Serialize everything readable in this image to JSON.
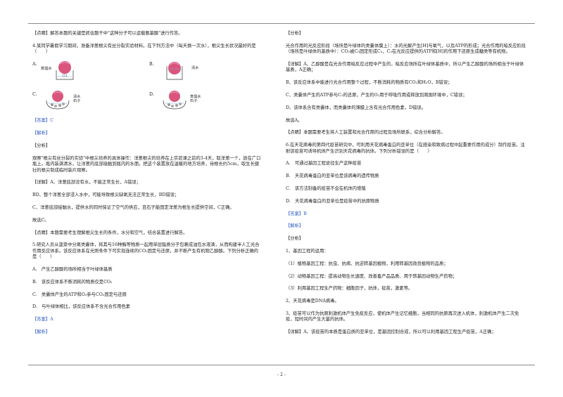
{
  "left": {
    "p_tip1": "【点睛】解答本题的关键是抓住题干中\"这种分子可以运载氨基酸\"进行作答。",
    "q4_stem": "4.某同学暑假学习期间，准备洋葱根尖有丝分裂实验材料。在下列方法中（每天换一次水），根尖生长状况最好的是（　　）",
    "q4_options": [
      {
        "label": "A.",
        "text": "蒸馏水"
      },
      {
        "label": "B.",
        "text": "清水"
      },
      {
        "label": "C.",
        "text": "清水\n石子"
      },
      {
        "label": "D.",
        "text": "蒸馏水\n石子"
      }
    ],
    "q4_answer": "【答案】C",
    "q4_jiexi": "【解析】",
    "q4_fenxi": "【分析】",
    "q4_analysis": "观察\"根尖有丝分裂的实验\"中根尖培养的具体操作：洋葱根尖的培养在上实验课之前的3-4天，取洋葱一个，放在广口瓶上。瓶内装满清水，让洋葱的底部接触到瓶内的水面，把这个装置放在温暖的地方培养，待根长约5cm，取生长健壮的根尖制成临时装片观察。",
    "q4_detail": [
      "【详解】A、洋葱底部没有水，不能正常生长，A错误；",
      "BD、整个洋葱全部浸入水中，可能导致根尖缺氧无法正常生长，BD错误；",
      "C、洋葱底部接触水，提供水的同时保证了空气的供应，且石子能固定洋葱为根生长提供空间，C正确。",
      "故选C。"
    ],
    "q4_tip": "【点睛】本题需要考生理解根尖生长的条件，水分和空气，结合装置进行解答。",
    "q5_stem": "5.研究人员从菠菜中分离类囊体，将其与16种酶等物质一起用单层脂质分子包裹成油包水液滴，从而构建半人工光合作用反应体系。该反应体系在光照条件下可实现连续的CO₂固定与还原，并不断产生有机物乙醇酸。下列分析正确的是（　　）",
    "q5_options": [
      "A.　产生乙醇酸的场所相当于叶绿体基质",
      "B.　该反应体系不断消耗的物质仅是CO₂",
      "C.　类囊体产生的ATP和O₂参与CO₂固定与还原",
      "D.　与叶绿体相比，该反应体系不含光合作用色素"
    ],
    "q5_answer": "【答案】A",
    "q5_jiexi": "【解析】"
  },
  "right": {
    "fenxi": "【分析】",
    "q5_analysis": "光合作用的光反应阶段（场所是叶绿体的类囊体膜上）：水的光解产生[H]与氧气，以及ATP的形成；光合作用的暗反应阶段（场所是叶绿体的基质中）：CO₂被C₅固定形成C₃，C₃在光反应提供的ATP和[H]的作用下还原生成糖类等有机物。",
    "q5_detail_a": "【详解】A、乙醇酸是在光合作用暗反应过程中产生的，暗反应场所在叶绿体基质中，所以产生乙醇酸的场所相当于叶绿体基质，A正确；",
    "q5_detail_b": "B、该反应体系中能进行光合作用整个过程，不断消耗的物质有CO₂和H₂O，B错误；",
    "q5_detail_c": "C、类囊体产生的ATP参与C₃的还原，产生的O₂用于呼吸作用或释放到周围环境中，C错误；",
    "q5_detail_d": "D、该体系含有类囊体，而类囊体的薄膜上含有光合作用色素，D错误。",
    "q5_choose": "故选A。",
    "q5_tip": "【点睛】本题需要考生将人工装置和光合作用的过程及场所联系，综合分析解答。",
    "q6_stem": "6.在天花病毒的第四代疫苗研究中，可利用天花病毒蛋白的亚单位（在感染和致病过程中起重要作用的成分）制作疫苗。注射该疫苗可诱导机体产生识别天花病毒的抗体。下列分析错误的是（　　）",
    "q6_options": [
      "A.　可通过基因工程途径生产这种疫苗",
      "B.　天花病毒蛋白的亚单位是该病毒的遗传物质",
      "C.　该方法制备的疫苗不会在机体内增殖",
      "D.　天花病毒蛋白的亚单位是疫苗中的抗原物质"
    ],
    "q6_answer": "【答案】B",
    "q6_jiexi": "【解析】",
    "q6_fenxi": "【分析】",
    "q6_points": [
      "1、基因工程的运用：",
      "（1）植物基因工程：抗虫、抗病、抗逆转基因植物，利用转基因改良植物的品质；",
      "（2）动物基因工程：提高动物生长速度、改善畜产品品质、用于转基因动物生产药物；",
      "（3）利用基因工程生产药物：细胞因子，抗体，疫苗，激素等。",
      "2、天花病毒是DNA病毒。",
      "3、疫苗可以作为抗原刺激机体产生免疫反应，使机体产生记忆细胞，当相同的抗原再次进入机体，刺激机体产生二次免疫，短时间内产生大量的抗体。"
    ],
    "q6_detail_a": "【详解】A、该疫苗的本质是蛋白质的亚单位，是基因控制合成，所以可以利用基因工程生产疫苗，A正确；"
  },
  "footer": {
    "page_number": "- 2 -"
  }
}
